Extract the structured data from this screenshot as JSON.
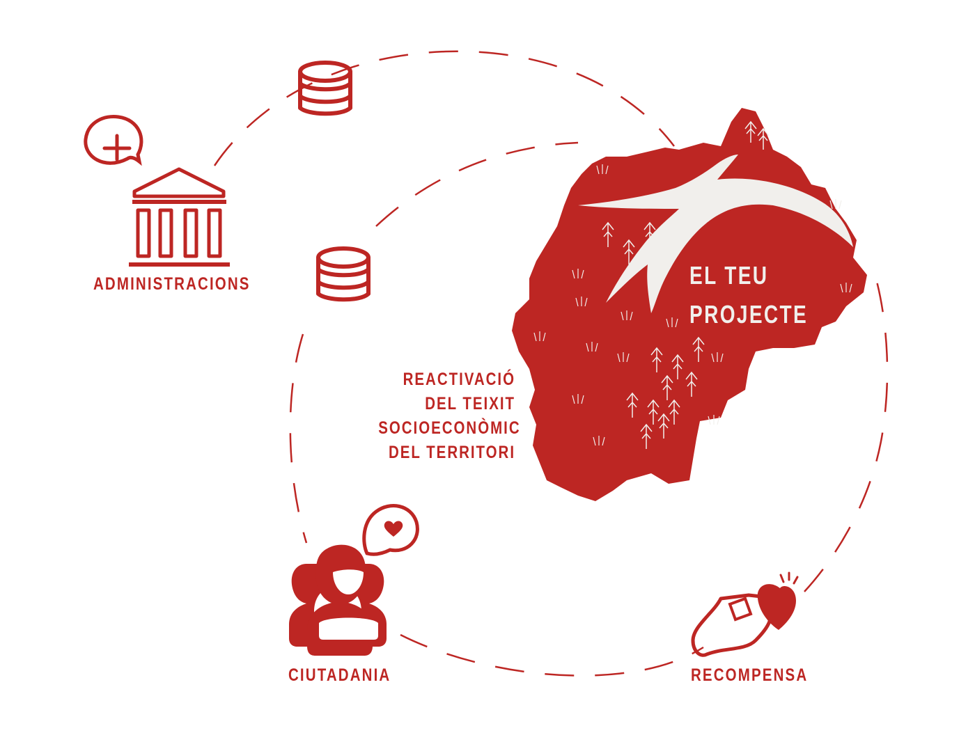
{
  "colors": {
    "primary_red": "#bd2623",
    "swallow_white": "#f1efec",
    "background": "#ffffff"
  },
  "nodes": {
    "administrations": {
      "label": "ADMINISTRACIONS",
      "icon": "government-building-icon",
      "badge_icon": "plus-speech-bubble-icon"
    },
    "citizens": {
      "label": "CIUTADANIA",
      "icon": "people-group-icon",
      "badge_icon": "heart-speech-bubble-icon"
    },
    "reward": {
      "label": "RECOMPENSA",
      "icon": "hand-giving-heart-icon"
    },
    "project": {
      "lines": [
        "EL TEU",
        "PROJECTE"
      ],
      "icon": "swallow-bird-icon",
      "map": "territory-map"
    }
  },
  "flow_icons": [
    "coin-stack-icon",
    "coin-stack-icon"
  ],
  "central_text": {
    "lines": [
      "REACTIVACIÓ",
      "DEL TEIXIT",
      "SOCIOECONÒMIC",
      "DEL TERRITORI"
    ]
  }
}
